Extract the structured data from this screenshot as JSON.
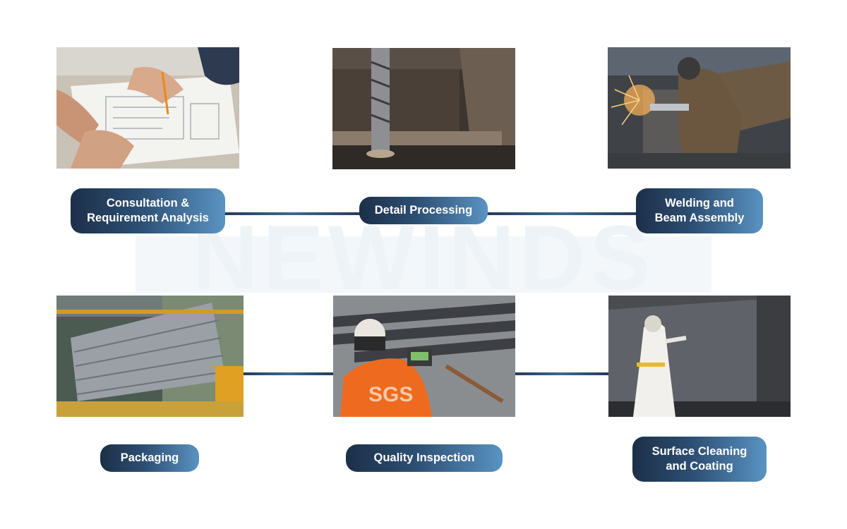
{
  "watermark": {
    "text": "NEWINDS"
  },
  "steps": {
    "consultation": {
      "label": "Consultation &\nRequirement Analysis"
    },
    "detail": {
      "label": "Detail Processing"
    },
    "welding": {
      "label": "Welding and\nBeam Assembly"
    },
    "packaging": {
      "label": "Packaging"
    },
    "quality": {
      "label": "Quality Inspection"
    },
    "coating": {
      "label": "Surface Cleaning\nand Coating"
    }
  },
  "photo_overlays": {
    "sgs_text": "SGS"
  },
  "colors": {
    "pill_dark": "#1d2f48",
    "pill_light": "#5a93c2",
    "connector": "#2f5478",
    "watermark": "#eef3f8"
  }
}
